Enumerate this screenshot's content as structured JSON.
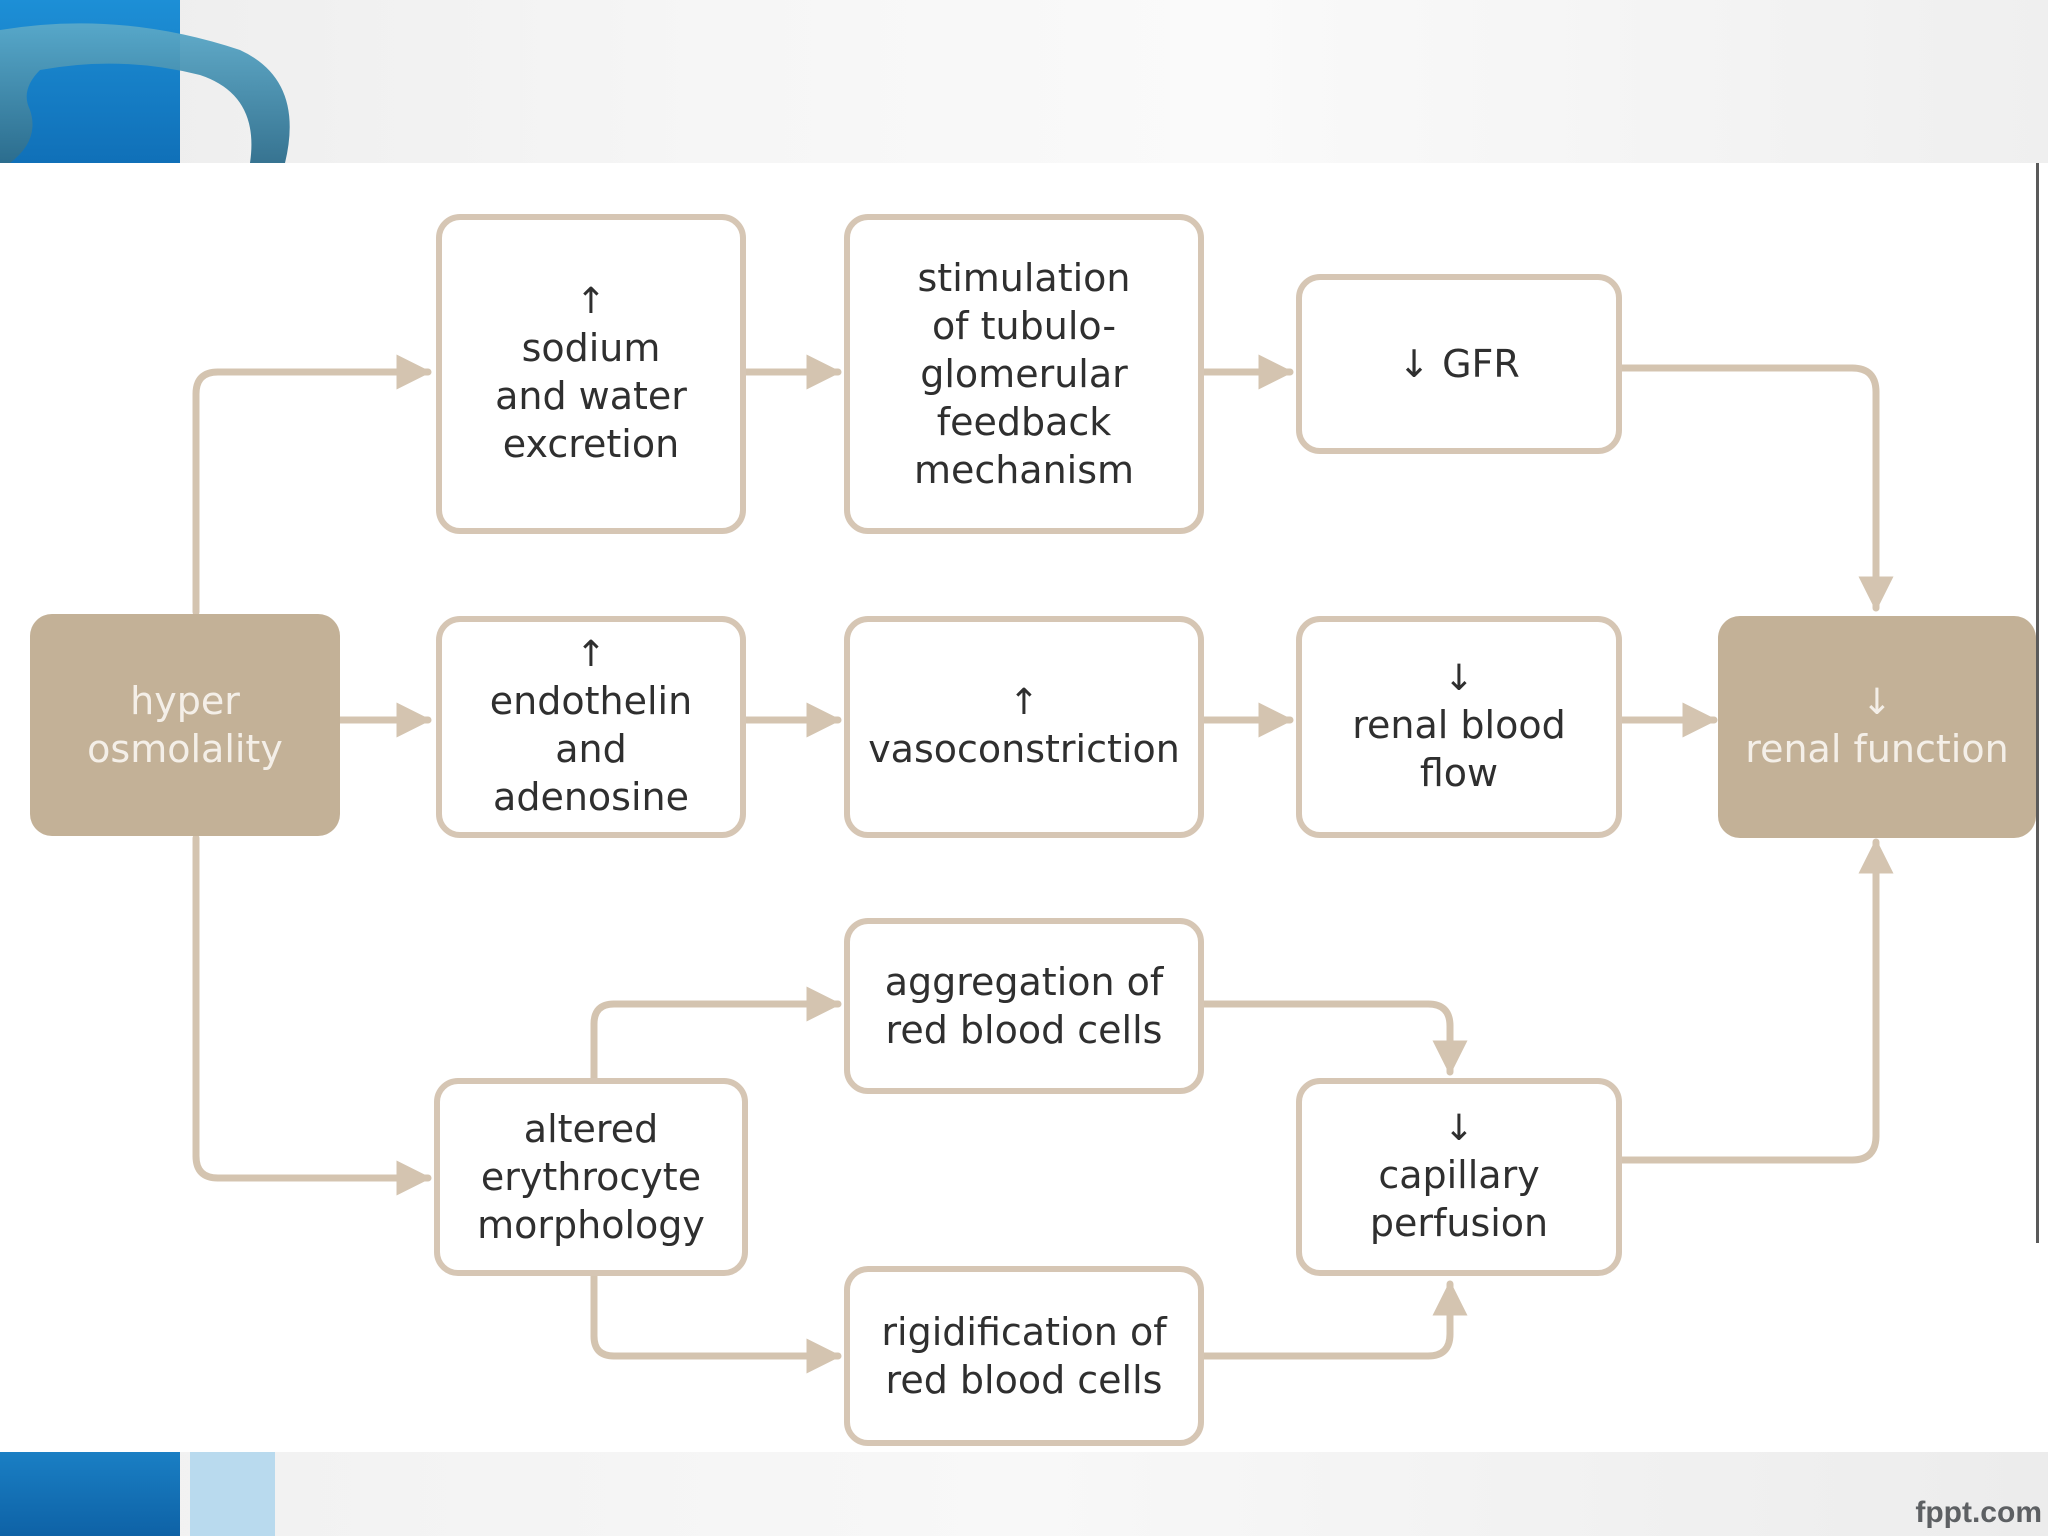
{
  "nodes": {
    "hyper_osmolality": {
      "lines": [
        "hyper",
        "osmolality"
      ]
    },
    "sodium_water": {
      "arrow": "↑",
      "lines": [
        "sodium",
        "and water",
        "excretion"
      ]
    },
    "tgf": {
      "lines": [
        "stimulation",
        "of tubulo-",
        "glomerular",
        "feedback",
        "mechanism"
      ]
    },
    "gfr": {
      "text": "↓ GFR"
    },
    "endothelin": {
      "arrow": "↑",
      "lines": [
        "endothelin",
        "and",
        "adenosine"
      ]
    },
    "vasoconstriction": {
      "arrow": "↑",
      "lines": [
        "vasoconstriction"
      ]
    },
    "renal_blood_flow": {
      "arrow": "↓",
      "lines": [
        "renal blood",
        "flow"
      ]
    },
    "renal_function": {
      "arrow": "↓",
      "lines": [
        "renal function"
      ]
    },
    "aggregation": {
      "lines": [
        "aggregation of",
        "red blood cells"
      ]
    },
    "erythrocyte": {
      "lines": [
        "altered",
        "erythrocyte",
        "morphology"
      ]
    },
    "capillary": {
      "arrow": "↓",
      "lines": [
        "capillary",
        "perfusion"
      ]
    },
    "rigidification": {
      "lines": [
        "rigidification of",
        "red blood cells"
      ]
    }
  },
  "footer": {
    "watermark": "fppt.com"
  },
  "colors": {
    "box_border": "#d6c6b4",
    "box_fill_dark": "#c3b197",
    "connector": "#d4c4b0",
    "accent_blue": "#1a7fc4"
  },
  "icons": {
    "logo": "blue-ring-logo"
  }
}
